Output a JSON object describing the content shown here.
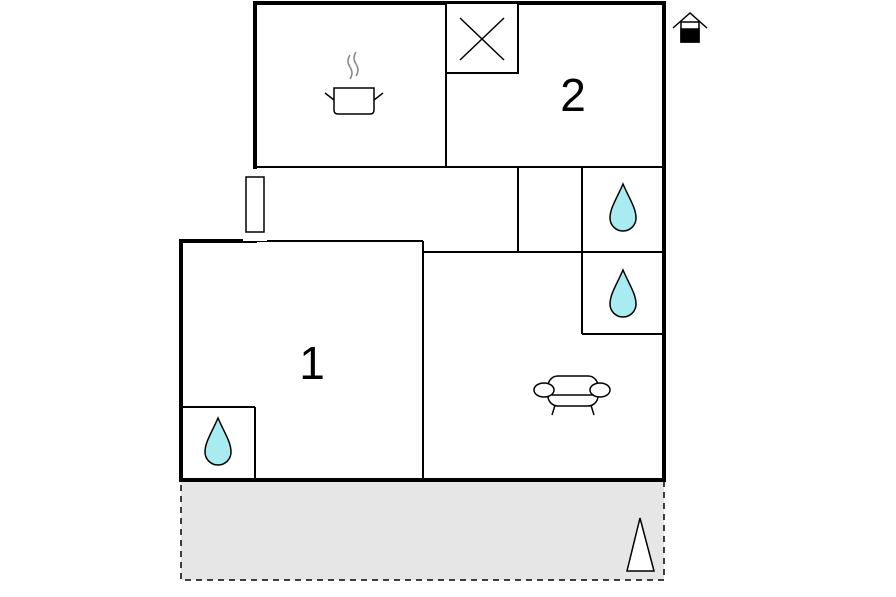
{
  "floorplan": {
    "rooms": [
      {
        "id": "bedroom-1",
        "label": "1"
      },
      {
        "id": "bedroom-2",
        "label": "2"
      }
    ],
    "icons": {
      "entrance": "house-entrance-icon",
      "kitchen": "cooking-pot-icon",
      "living": "sofa-icon",
      "bathroom": "water-drop-icon",
      "stairs": "stairs-cross-icon",
      "door": "door-icon",
      "terrace_marker": "triangle-icon"
    },
    "colors": {
      "wall": "#000000",
      "terrace_fill": "#e6e6e6",
      "water": "#a8ecf2"
    }
  }
}
